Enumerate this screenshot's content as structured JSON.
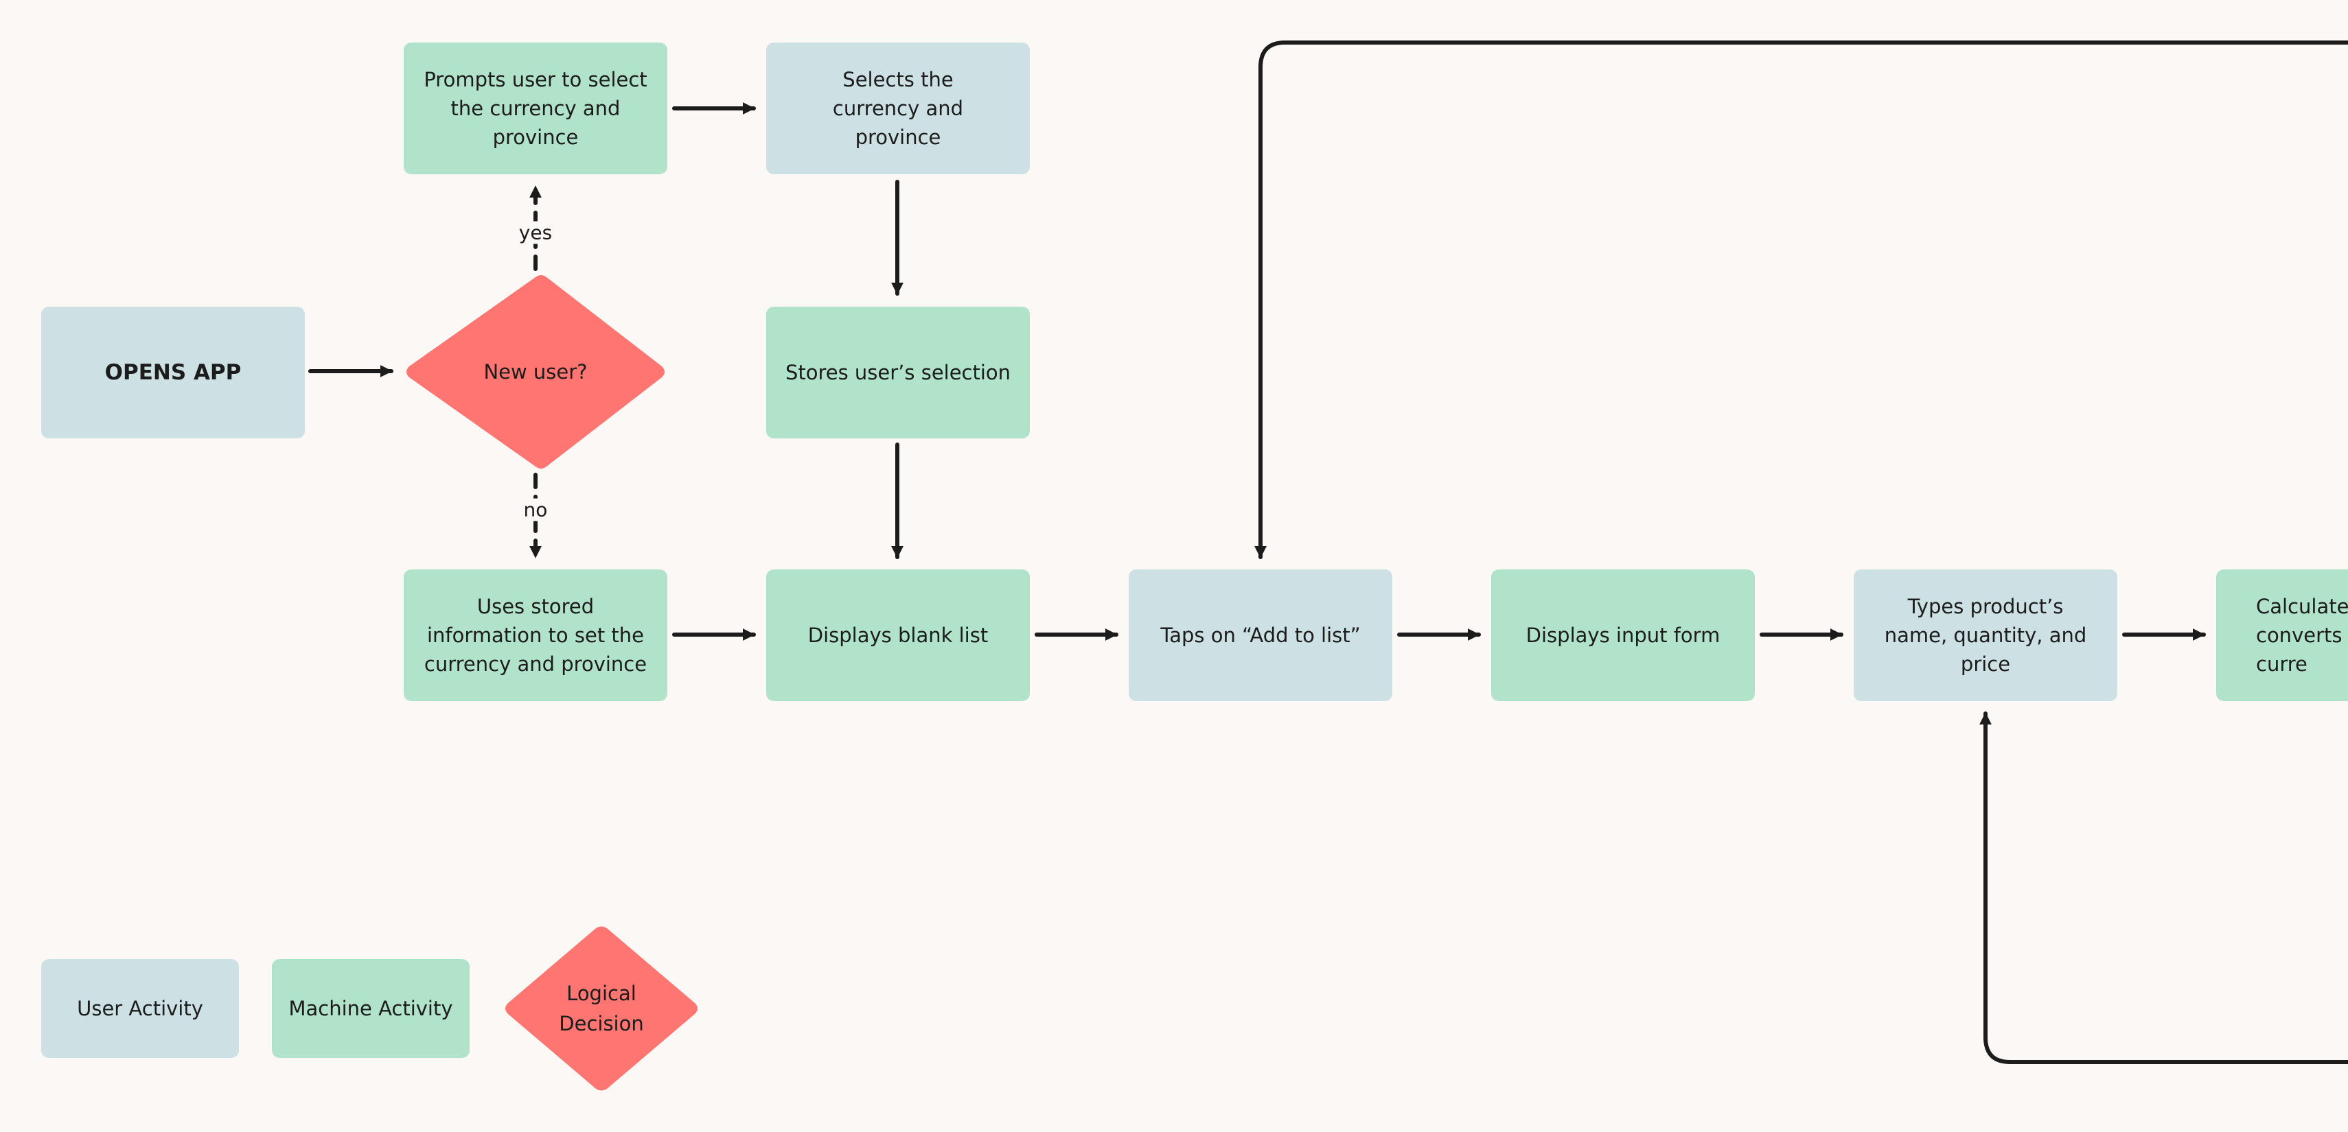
{
  "colors": {
    "background": "#fcf8f5",
    "user_activity": "#cde1e4",
    "machine_activity": "#b1e2ca",
    "decision": "#ff7571",
    "connector": "#1c1c1c"
  },
  "nodes": {
    "opens_app": "OPENS APP",
    "new_user": "New user?",
    "prompts_select": "Prompts user to select the currency and province",
    "selects_currency": "Selects the currency and province",
    "stores_selection": "Stores user’s selection",
    "uses_stored": "Uses stored information to set the currency and province",
    "displays_blank": "Displays blank list",
    "taps_add": "Taps on “Add to list”",
    "displays_form": "Displays input form",
    "types_product": "Types product’s name, quantity, and price",
    "calculates_partial": "Calculates\nconverts t\ncurre"
  },
  "edge_labels": {
    "yes": "yes",
    "no": "no"
  },
  "legend": {
    "user_activity": "User Activity",
    "machine_activity": "Machine Activity",
    "logical_decision": "Logical Decision"
  }
}
